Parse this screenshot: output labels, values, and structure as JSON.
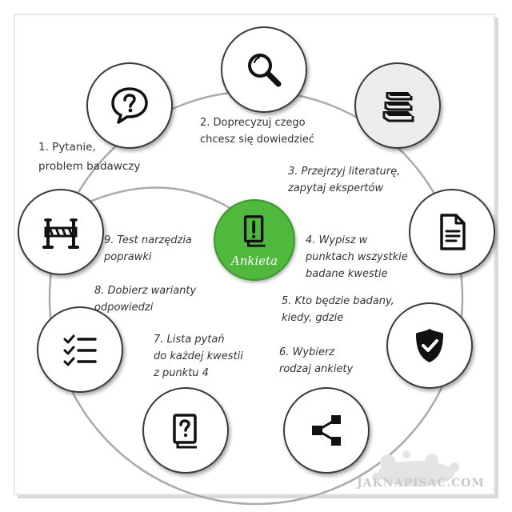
{
  "center": {
    "label": "Ankieta",
    "color": "#4fb83d",
    "icon": "exclamation-document-icon"
  },
  "steps": [
    {
      "lines": [
        "1. Pytanie,",
        "problem badawczy"
      ]
    },
    {
      "lines": [
        "2. Doprecyzuj czego",
        "chcesz się dowiedzieć"
      ]
    },
    {
      "lines": [
        "3. Przejrzyj literaturę,",
        "zapytaj ekspertów"
      ]
    },
    {
      "lines": [
        "4. Wypisz w",
        "punktach wszystkie",
        "badane kwestie"
      ]
    },
    {
      "lines": [
        "5. Kto będzie badany,",
        "kiedy, gdzie"
      ]
    },
    {
      "lines": [
        "6. Wybierz",
        "rodzaj ankiety"
      ]
    },
    {
      "lines": [
        "7. Lista pytań",
        "do każdej kwestii",
        "z punktu 4"
      ]
    },
    {
      "lines": [
        "8. Dobierz warianty",
        "odpowiedzi"
      ]
    },
    {
      "lines": [
        "9. Test narzędzia",
        "poprawki"
      ]
    }
  ],
  "icons": [
    "question-bubble-icon",
    "magnifier-icon",
    "books-icon",
    "document-icon",
    "shield-check-icon",
    "share-icon",
    "question-cards-icon",
    "checklist-icon",
    "barrier-icon"
  ],
  "watermark": "JAKNAPISAC.COM"
}
